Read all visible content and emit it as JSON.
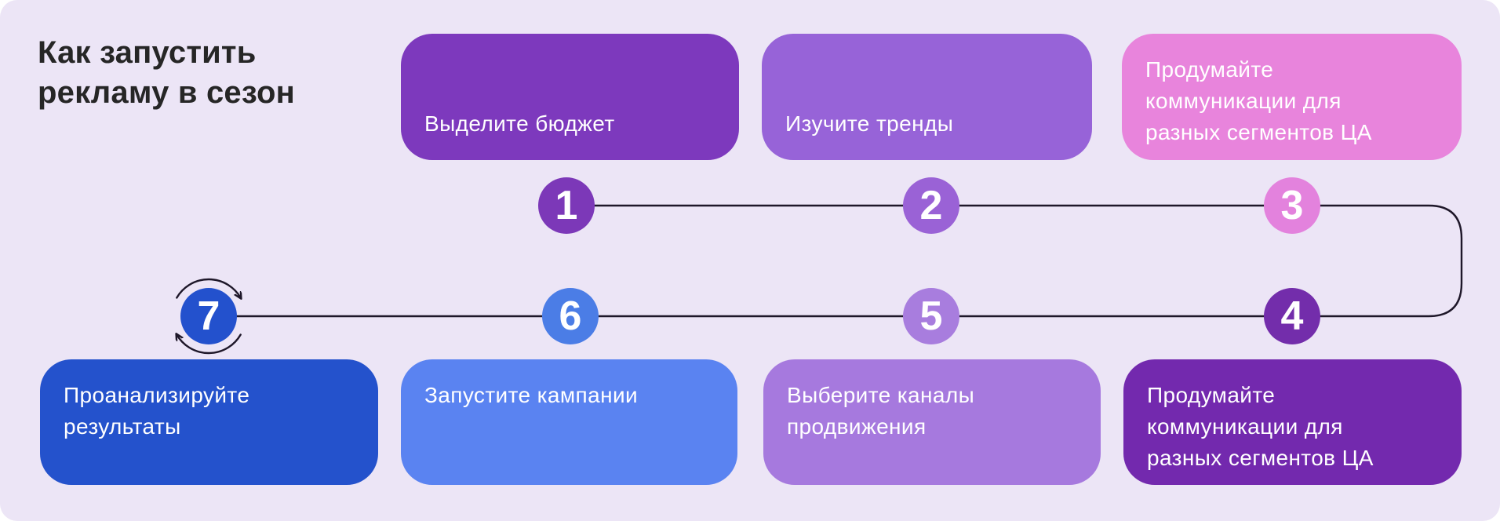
{
  "background_color": "#ece5f6",
  "title": "Как запустить\nрекламу в сезон",
  "title_color": "#262626",
  "connector_color": "#1e1729",
  "steps": [
    {
      "num": "1",
      "label": "Выделите бюджет",
      "card_color": "#7d39bd",
      "circle_color": "#7c38b8"
    },
    {
      "num": "2",
      "label": "Изучите тренды",
      "card_color": "#9763d8",
      "circle_color": "#9a62d6"
    },
    {
      "num": "3",
      "label": "Продумайте\nкоммуникации для\nразных сегментов ЦА",
      "card_color": "#e884dc",
      "circle_color": "#e382dd"
    },
    {
      "num": "4",
      "label": "Продумайте\nкоммуникации для\nразных сегментов ЦА",
      "card_color": "#7329ae",
      "circle_color": "#732dab"
    },
    {
      "num": "5",
      "label": "Выберите каналы\nпродвижения",
      "card_color": "#a679de",
      "circle_color": "#a87dde"
    },
    {
      "num": "6",
      "label": "Запустите кампании",
      "card_color": "#5a83f1",
      "circle_color": "#4b7de6"
    },
    {
      "num": "7",
      "label": "Проанализируйте\nрезультаты",
      "card_color": "#2452cc",
      "circle_color": "#2351cd"
    }
  ]
}
